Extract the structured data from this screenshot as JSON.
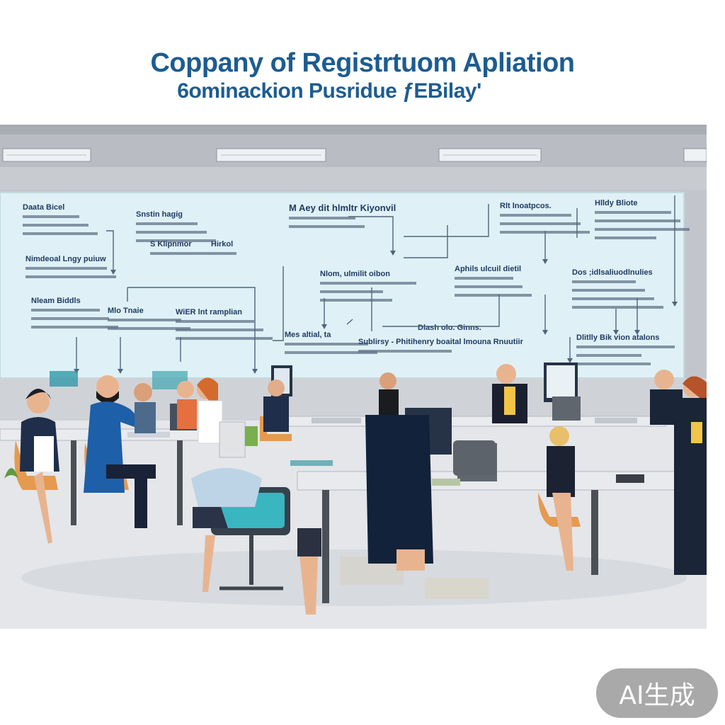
{
  "header": {
    "title_line1": "Coppany of Registrtuom Apliation",
    "title_line2": "6ominackion Pusridue ƒEBilay'"
  },
  "whiteboard": {
    "blocks": [
      {
        "heading": "Daata Bicel",
        "lines": 3
      },
      {
        "heading": "Snstin hagig",
        "lines": 3
      },
      {
        "heading": "M Aey dit hlmltr Kiyonvil",
        "lines": 2
      },
      {
        "heading": "Rlt lnoatpcos.",
        "lines": 3
      },
      {
        "heading": "Hlldy Bliote",
        "lines": 4
      },
      {
        "heading": "Nimdeoal Lngy puiuw",
        "lines": 2
      },
      {
        "heading": "S Klipnmor",
        "lines": 1
      },
      {
        "heading": "Hirkol",
        "lines": 0
      },
      {
        "heading": "Nlom, ulmilit oibon",
        "lines": 3
      },
      {
        "heading": "Aphils ulcuil dietil",
        "lines": 3
      },
      {
        "heading": "Dos ;idlsaliuodlnulies",
        "lines": 4
      },
      {
        "heading": "Nleam Biddls",
        "lines": 3
      },
      {
        "heading": "Mlo Tnaie",
        "lines": 2
      },
      {
        "heading": "WiER lnt ramplian",
        "lines": 3
      },
      {
        "heading": "Mes altial, ta",
        "lines": 2
      },
      {
        "heading": "Dlash olo. Ginns.",
        "lines": 0
      },
      {
        "heading": "Sublirsy - Phitihenry boaital lmouna Rnuutiir",
        "lines": 1
      },
      {
        "heading": "Dlitlly Bik vion atalons",
        "lines": 3
      }
    ]
  },
  "badge": {
    "label": "AI生成"
  },
  "colors": {
    "title": "#1d5c91",
    "board": "#dff1f6",
    "floor": "#e4e6ea",
    "badge": "#a9a9a9"
  }
}
